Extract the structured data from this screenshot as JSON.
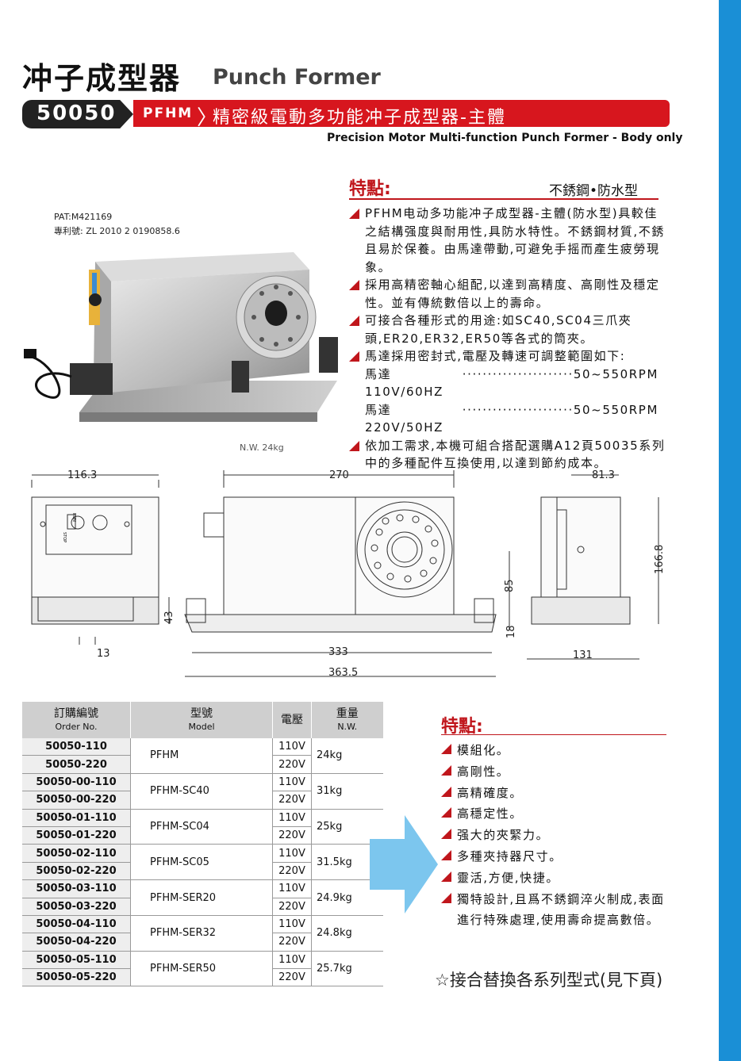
{
  "header": {
    "title_cn": "冲子成型器",
    "title_en": "Punch Former",
    "product_code": "50050",
    "model_tag": "PFHM",
    "product_title": "精密級電動多功能冲子成型器-主體",
    "subtitle_en": "Precision Motor Multi-function Punch Former - Body only"
  },
  "patent": {
    "line1": "PAT:M421169",
    "line2": "專利號: ZL 2010 2 0190858.6"
  },
  "net_weight_caption": "N.W. 24kg",
  "features": {
    "heading": "特點:",
    "tag": "不銹鋼•防水型",
    "items": [
      "PFHM电动多功能冲子成型器-主體(防水型)具較佳之結構强度與耐用性,具防水特性。不銹鋼材質,不銹且易於保養。由馬達帶動,可避免手摇而產生疲勞現象。",
      "採用高精密軸心組配,以達到高精度、高剛性及穩定性。並有傳統數倍以上的壽命。",
      "可接合各種形式的用途:如SC40,SC04三爪夾頭,ER20,ER32,ER50等各式的筒夾。",
      "馬達採用密封式,電壓及轉速可調整範圍如下:",
      "依加工需求,本機可組合搭配選購A12頁50035系列中的多種配件互換使用,以達到節約成本。"
    ],
    "speed_rows": [
      {
        "label": "馬達110V/60HZ",
        "dots": "······················",
        "value": "50~550RPM"
      },
      {
        "label": "馬達220V/50HZ",
        "dots": "······················",
        "value": "50~550RPM"
      }
    ]
  },
  "drawing": {
    "dims": {
      "d1": "116.3",
      "d2": "43",
      "d3": "13",
      "d4": "270",
      "d5": "85",
      "d6": "18",
      "d7": "333",
      "d8": "363.5",
      "d9": "81.3",
      "d10": "166.8",
      "d11": "131"
    },
    "panel_label_top": "RUN",
    "panel_label_bottom": "STOP"
  },
  "order_table": {
    "headers": {
      "order_cn": "訂購編號",
      "order_en": "Order No.",
      "model_cn": "型號",
      "model_en": "Model",
      "volt_cn": "電壓",
      "weight_cn": "重量",
      "weight_en": "N.W."
    },
    "groups": [
      {
        "model": "PFHM",
        "weight": "24kg",
        "rows": [
          {
            "order": "50050-110",
            "volt": "110V"
          },
          {
            "order": "50050-220",
            "volt": "220V"
          }
        ]
      },
      {
        "model": "PFHM-SC40",
        "weight": "31kg",
        "rows": [
          {
            "order": "50050-00-110",
            "volt": "110V"
          },
          {
            "order": "50050-00-220",
            "volt": "220V"
          }
        ]
      },
      {
        "model": "PFHM-SC04",
        "weight": "25kg",
        "rows": [
          {
            "order": "50050-01-110",
            "volt": "110V"
          },
          {
            "order": "50050-01-220",
            "volt": "220V"
          }
        ]
      },
      {
        "model": "PFHM-SC05",
        "weight": "31.5kg",
        "rows": [
          {
            "order": "50050-02-110",
            "volt": "110V"
          },
          {
            "order": "50050-02-220",
            "volt": "220V"
          }
        ]
      },
      {
        "model": "PFHM-SER20",
        "weight": "24.9kg",
        "rows": [
          {
            "order": "50050-03-110",
            "volt": "110V"
          },
          {
            "order": "50050-03-220",
            "volt": "220V"
          }
        ]
      },
      {
        "model": "PFHM-SER32",
        "weight": "24.8kg",
        "rows": [
          {
            "order": "50050-04-110",
            "volt": "110V"
          },
          {
            "order": "50050-04-220",
            "volt": "220V"
          }
        ]
      },
      {
        "model": "PFHM-SER50",
        "weight": "25.7kg",
        "rows": [
          {
            "order": "50050-05-110",
            "volt": "110V"
          },
          {
            "order": "50050-05-220",
            "volt": "220V"
          }
        ]
      }
    ]
  },
  "features2": {
    "heading": "特點:",
    "items": [
      "模組化。",
      "高剛性。",
      "高精確度。",
      "高穩定性。",
      "强大的夾緊力。",
      "多種夾持器尺寸。",
      "靈活,方便,快捷。",
      "獨特設計,且爲不銹鋼淬火制成,表面進行特殊處理,使用壽命提高數倍。"
    ]
  },
  "footer": "☆接合替換各系列型式(見下頁)",
  "colors": {
    "accent_red": "#d7161e",
    "side_blue": "#1a8fd6",
    "arrow_blue": "#7cc6ee"
  }
}
